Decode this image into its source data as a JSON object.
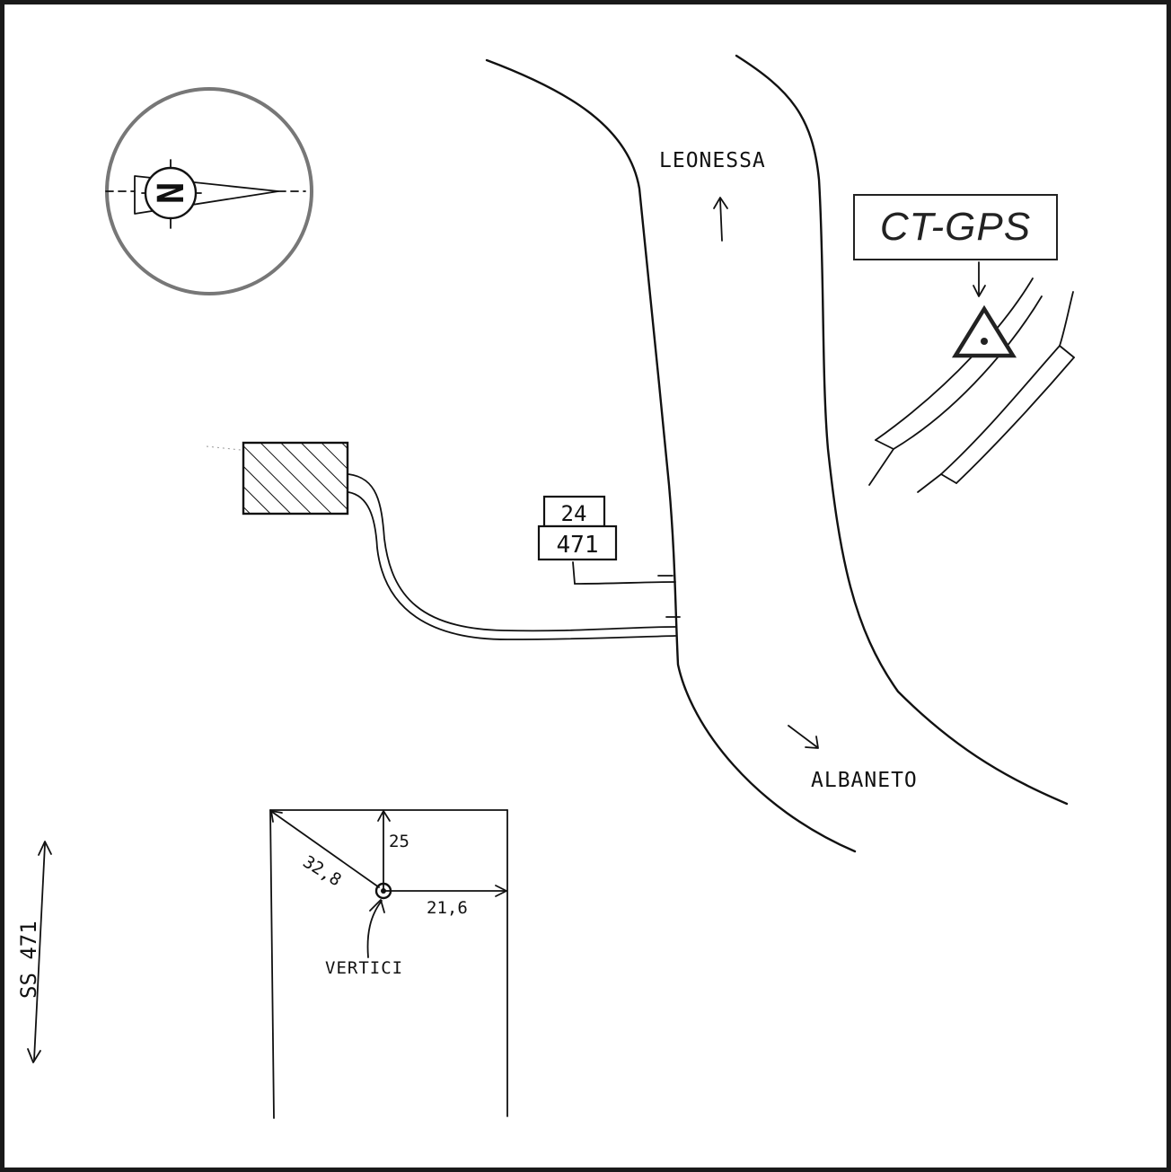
{
  "map": {
    "labels": {
      "north_letter": "N",
      "leonessa": "LEONESSA",
      "albaneto": "ALBANETO",
      "ctgps": "CT-GPS",
      "road_number_top": "24",
      "road_number_bottom": "471",
      "measure_top": "25",
      "measure_diagonal": "32,8",
      "measure_right": "21,6",
      "vertici": "VERTICI",
      "ss_road": "SS 471"
    },
    "icons": {
      "compass": "north-arrow-compass-icon",
      "gps_marker": "triangle-survey-point-icon",
      "building": "hatched-building-icon"
    },
    "colors": {
      "ink": "#111111",
      "compass_ring": "#777777",
      "frame": "#1a1a1a"
    }
  }
}
